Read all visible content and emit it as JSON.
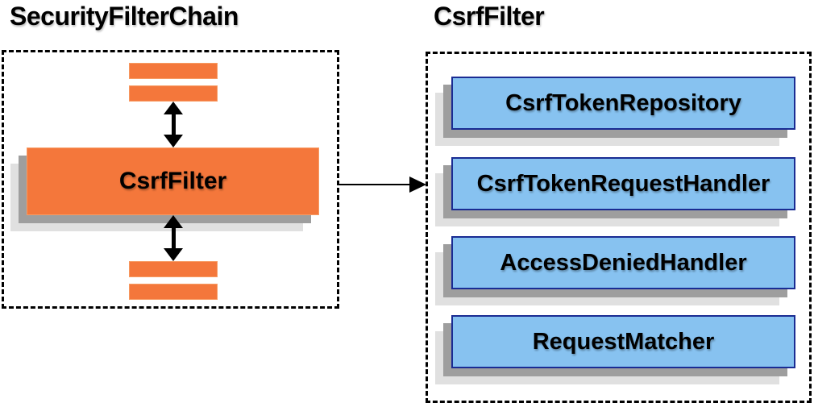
{
  "left_panel": {
    "title": "SecurityFilterChain",
    "filter_box_label": "CsrfFilter",
    "other_filter_bars": {
      "above": 2,
      "below": 2
    }
  },
  "right_panel": {
    "title": "CsrfFilter",
    "components": [
      {
        "label": "CsrfTokenRepository"
      },
      {
        "label": "CsrfTokenRequestHandler"
      },
      {
        "label": "AccessDeniedHandler"
      },
      {
        "label": "RequestMatcher"
      }
    ]
  },
  "icons": {
    "bidirectional_arrow_icon": "↕",
    "flow_arrow_icon": "→"
  },
  "colors": {
    "orange": "#F4773B",
    "orange_border": "#F79B63",
    "blue_fill": "#87C2F0",
    "blue_border": "#1A2C93",
    "shadow_dark": "#9E9E9E",
    "shadow_light": "#E0E0E0",
    "line": "#000000"
  }
}
